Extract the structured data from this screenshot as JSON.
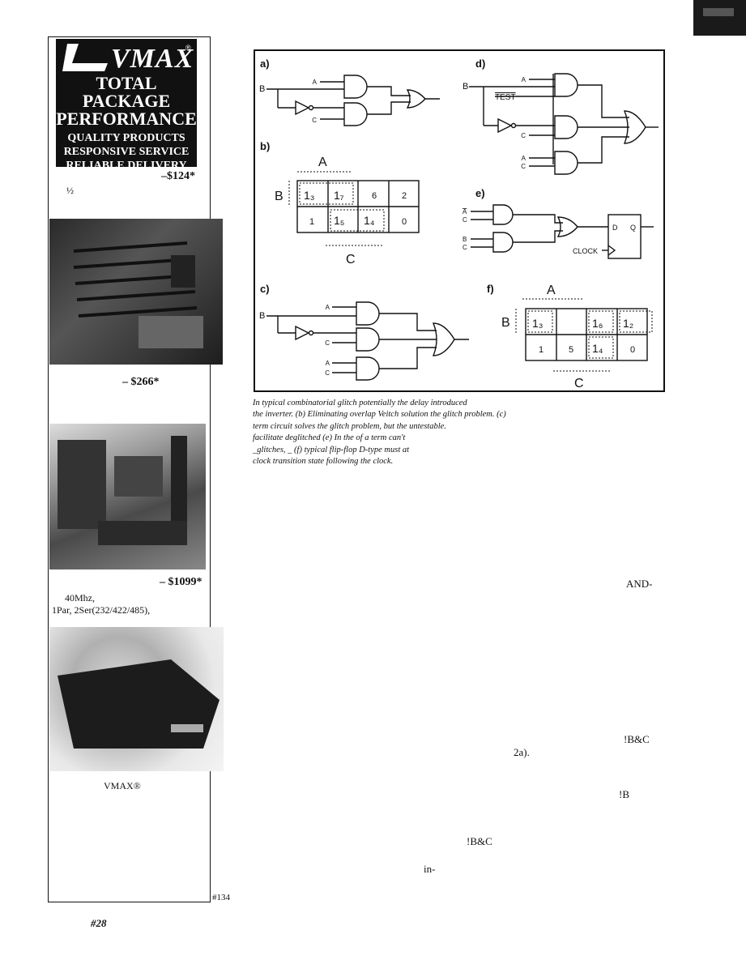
{
  "ad": {
    "logo": "VMAX",
    "logo_reg": "®",
    "tagline_big": [
      "TOTAL",
      "PACKAGE",
      "PERFORMANCE"
    ],
    "tagline_small": [
      "QUALITY PRODUCTS",
      "RESPONSIVE SERVICE",
      "RELIABLE DELIVERY"
    ],
    "price1": "–$124*",
    "half": "½",
    "price2": "– $266*",
    "price3": "– $1099*",
    "spec1": "40Mhz,",
    "spec2": "1Par, 2Ser(232/422/485),",
    "brand_line": "VMAX®",
    "reader_service": "#134"
  },
  "figure": {
    "labels": {
      "a": "a)",
      "b": "b)",
      "c": "c)",
      "d": "d)",
      "e": "e)",
      "f": "f)"
    },
    "signals": {
      "A": "A",
      "B": "B",
      "C": "C",
      "TEST": "TEST",
      "CLOCK": "CLOCK",
      "D": "D",
      "Q": "Q",
      "Abar": "A"
    },
    "kmap_b": {
      "row1": [
        "1₃",
        "1₇",
        "6",
        "2"
      ],
      "row2": [
        "1",
        "1₅",
        "1₄",
        "0"
      ]
    },
    "kmap_f": {
      "row1": [
        "1₃",
        "",
        "1₆",
        "1₂"
      ],
      "row2": [
        "1",
        "5",
        "1₄",
        "0"
      ]
    }
  },
  "caption": {
    "lines": [
      "In   typical combinatorial          glitch        potentially                  the       delay introduced",
      "the inverter. (b) Eliminating overlap        Veitch                    solution    the glitch problem. (c)",
      "           term       circuit solves the glitch problem, but        the        untestable.",
      "          facilitate                deglitched         (e) In the      of a                     term can't",
      "           _glitches,           _            (f)   typical       flip-flop     D-type                  must               at",
      "clock transition          state following the clock."
    ]
  },
  "body_fragments": {
    "and": "AND-",
    "bc1": "!B&C",
    "fig2a": "2a).",
    "bnot": "!B",
    "bc2": "!B&C",
    "in": "in-"
  },
  "footer": {
    "page_marker": "#28"
  }
}
